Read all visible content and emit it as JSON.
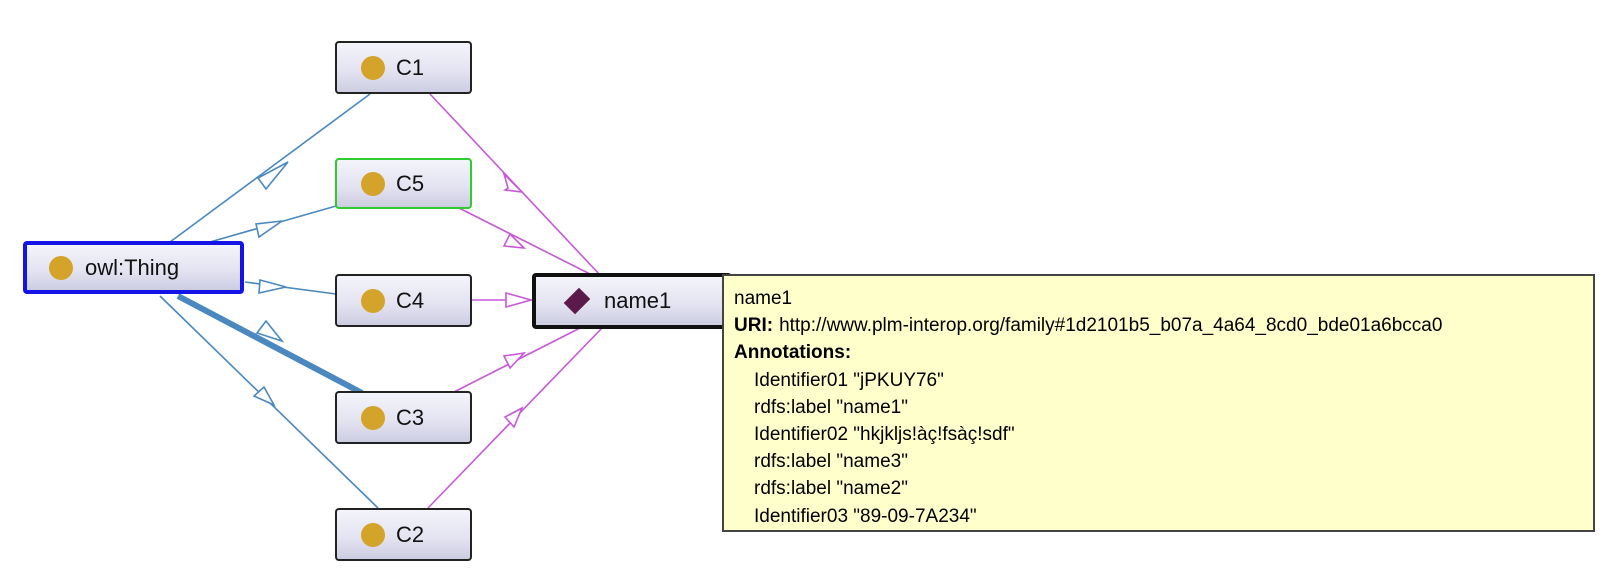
{
  "nodes": {
    "thing": "owl:Thing",
    "c1": "C1",
    "c5": "C5",
    "c4": "C4",
    "c3": "C3",
    "c2": "C2",
    "individual": "name1"
  },
  "tooltip": {
    "title": "name1",
    "uri_label": "URI:",
    "uri": "http://www.plm-interop.org/family#1d2101b5_b07a_4a64_8cd0_bde01a6bcca0",
    "annotations_label": "Annotations:",
    "annotations": [
      "Identifier01 \"jPKUY76\"",
      "rdfs:label \"name1\"",
      "Identifier02 \"hkjkljs!àç!fsàç!sdf\"",
      "rdfs:label \"name3\"",
      "rdfs:label \"name2\"",
      "Identifier03 \"89-09-7A234\""
    ]
  },
  "colors": {
    "subclass_edge": "#4a88c0",
    "type_edge": "#c858d8",
    "selected_border": "#1414e6",
    "highlight_border": "#2ecc2e",
    "class_dot": "#d4a32a",
    "individual_icon": "#5a1a4a",
    "tooltip_bg": "#ffffcc"
  }
}
